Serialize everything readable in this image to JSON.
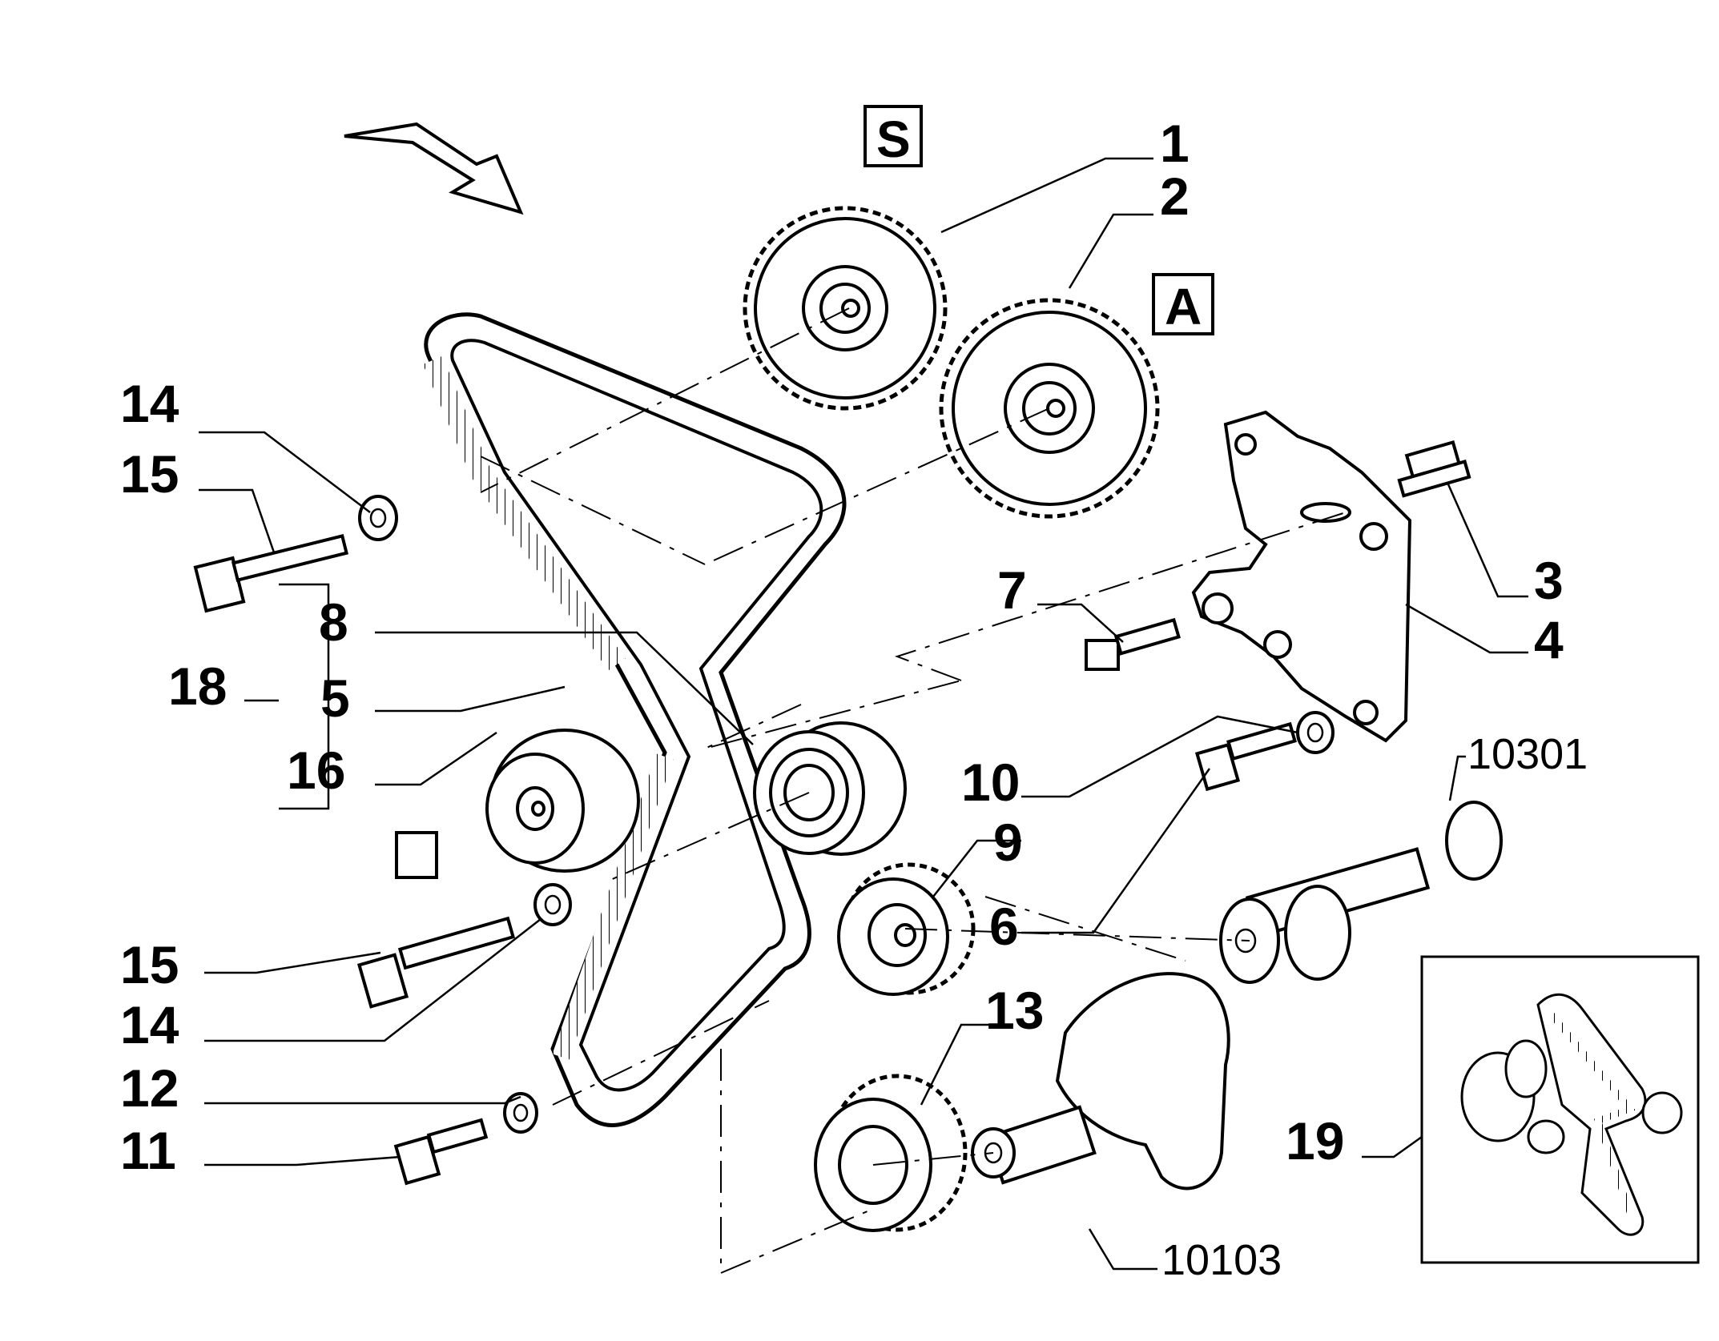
{
  "labels": {
    "l1": "1",
    "l2": "2",
    "l3": "3",
    "l4": "4",
    "l5": "5",
    "l6": "6",
    "l7": "7",
    "l8": "8",
    "l9": "9",
    "l10": "10",
    "l11": "11",
    "l12": "12",
    "l13": "13",
    "l14a": "14",
    "l14b": "14",
    "l15a": "15",
    "l15b": "15",
    "l16": "16",
    "l18": "18",
    "l19": "19",
    "r10301": "10301",
    "r10103": "10103"
  },
  "boxes": {
    "s": "S",
    "a": "A"
  }
}
